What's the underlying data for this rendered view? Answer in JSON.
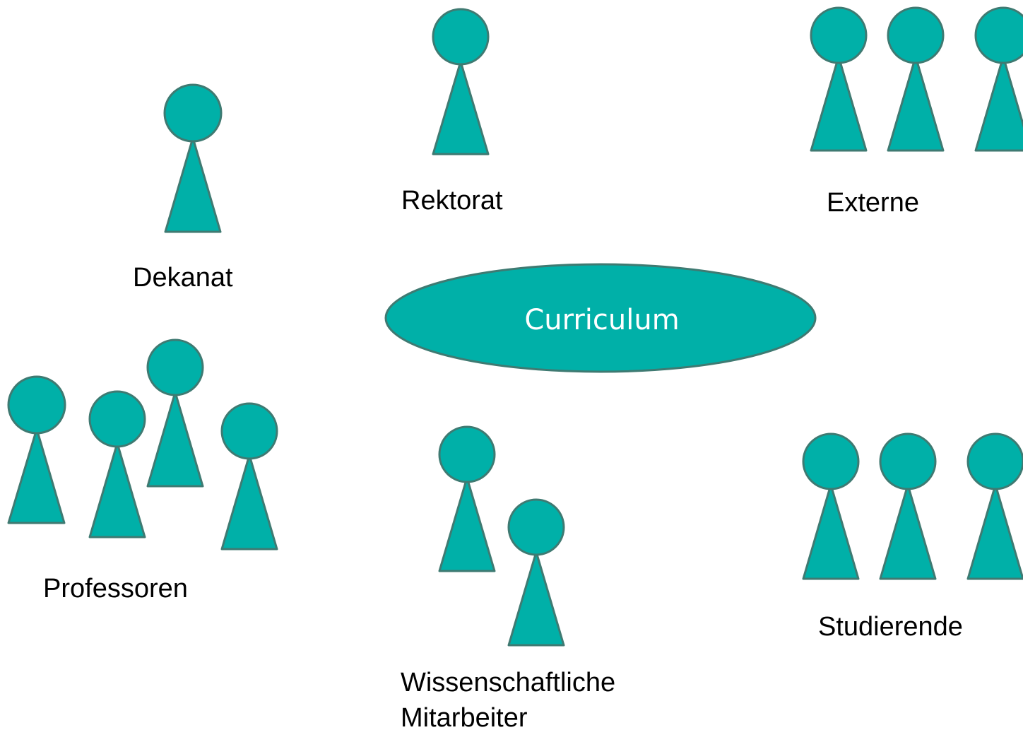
{
  "colors": {
    "figure_fill": "#00b0a8",
    "figure_stroke": "#3f7a72",
    "ellipse_fill": "#00b0a8",
    "ellipse_stroke": "#3f7a72",
    "background": "#ffffff"
  },
  "center": {
    "label": "Curriculum"
  },
  "groups": {
    "dekanat": {
      "label": "Dekanat",
      "person_count": 1
    },
    "rektorat": {
      "label": "Rektorat",
      "person_count": 1
    },
    "externe": {
      "label": "Externe",
      "person_count": 3
    },
    "professoren": {
      "label": "Professoren",
      "person_count": 4
    },
    "wiss_mitarbeiter": {
      "label_line1": "Wissenschaftliche",
      "label_line2": "Mitarbeiter",
      "person_count": 2
    },
    "studierende": {
      "label": "Studierende",
      "person_count": 3
    }
  }
}
